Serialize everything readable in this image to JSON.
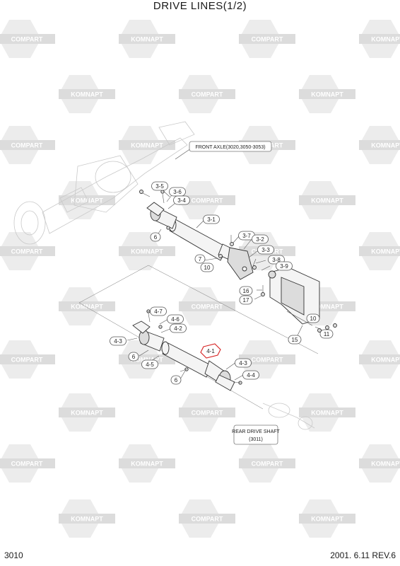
{
  "title": "DRIVE LINES(1/2)",
  "watermark": {
    "word_a": "KOMNAPT",
    "word_b": "COMPART"
  },
  "notes": {
    "front_axle": "FRONT AXLE(3020,3050-3053)",
    "rear_shaft_line1": "REAR DRIVE SHAFT",
    "rear_shaft_line2": "(3011)"
  },
  "callouts": {
    "c_3_5": "3-5",
    "c_3_6": "3-6",
    "c_3_4": "3-4",
    "c_6a": "6",
    "c_3_1": "3-1",
    "c_3_7": "3-7",
    "c_3_2": "3-2",
    "c_3_3": "3-3",
    "c_7": "7",
    "c_10a": "10",
    "c_3_8": "3-8",
    "c_3_9": "3-9",
    "c_16": "16",
    "c_17": "17",
    "c_4_7": "4-7",
    "c_4_6": "4-6",
    "c_4_2": "4-2",
    "c_4_3a": "4-3",
    "c_6b": "6",
    "c_4_1": "4-1",
    "c_4_5": "4-5",
    "c_4_3b": "4-3",
    "c_4_4": "4-4",
    "c_6c": "6",
    "c_10b": "10",
    "c_11": "11",
    "c_15": "15"
  },
  "highlight_color": "#d62020",
  "footer": {
    "page": "3010",
    "date_rev": "2001. 6.11  REV.6"
  }
}
